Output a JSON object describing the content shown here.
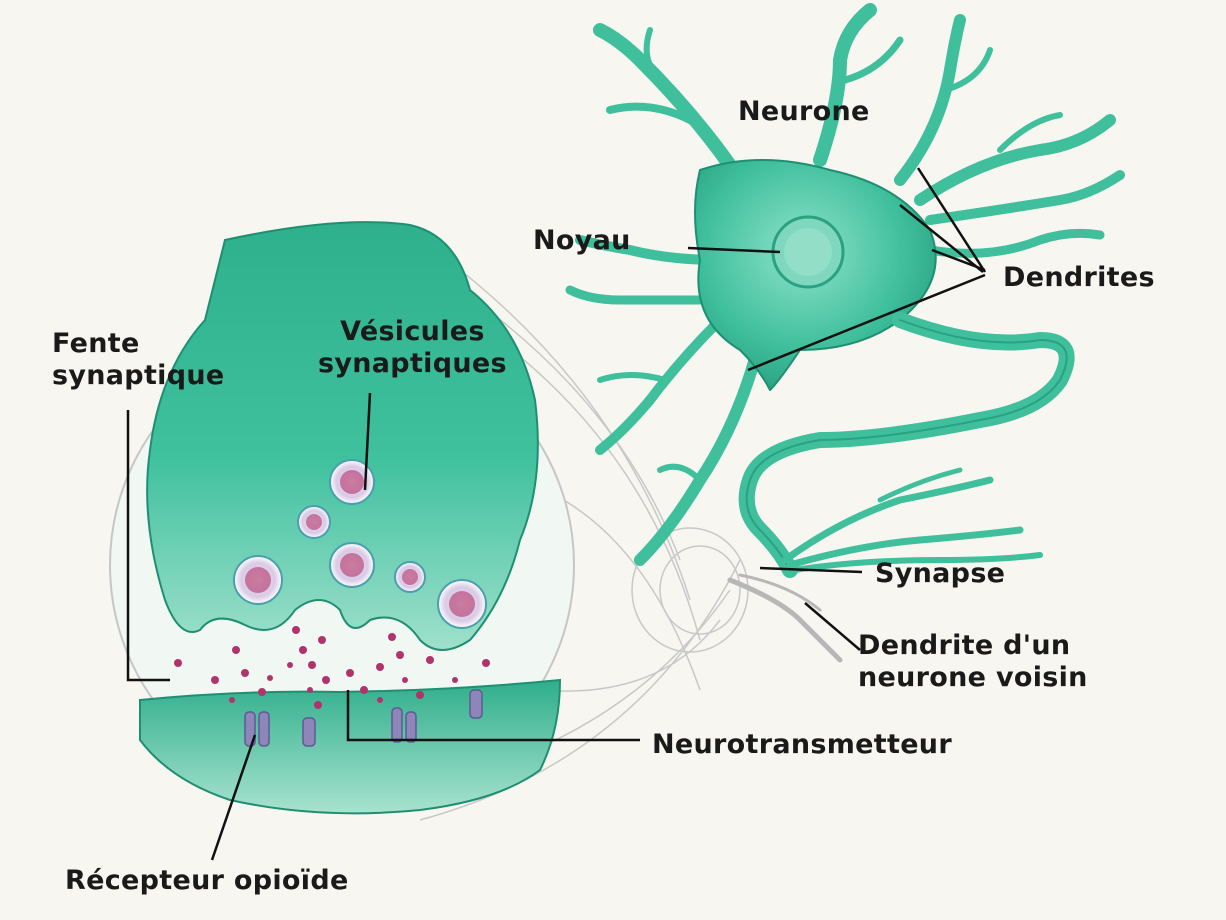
{
  "labels": {
    "neurone": "Neurone",
    "noyau": "Noyau",
    "dendrites": "Dendrites",
    "vesicules_line1": "Vésicules",
    "vesicules_line2": "synaptiques",
    "fente_line1": "Fente",
    "fente_line2": "synaptique",
    "synapse": "Synapse",
    "dendrite_voisin_line1": "Dendrite d'un",
    "dendrite_voisin_line2": "neurone voisin",
    "neurotransmetteur": "Neurotransmetteur",
    "recepteur": "Récepteur opioïde"
  },
  "colors": {
    "background": "#f7f6f1",
    "neuron_fill": "#3fbf9c",
    "neuron_stroke": "#1f8f72",
    "synapse_light": "#bfe9d8",
    "vesicle_dot": "#b0336b",
    "receptor": "#8e86b8",
    "text": "#1a1a1a"
  }
}
